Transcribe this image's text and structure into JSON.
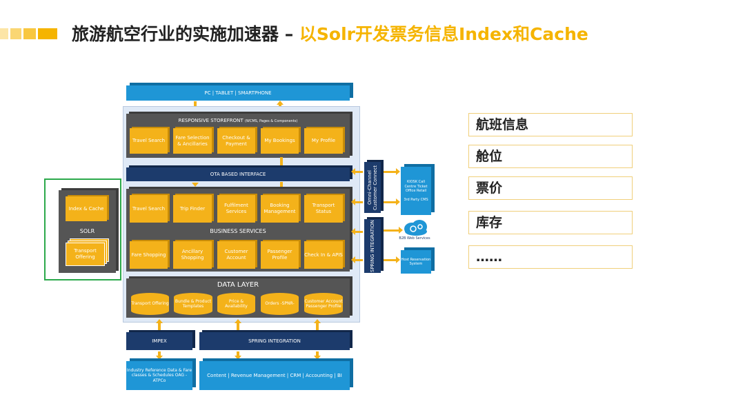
{
  "header": {
    "title_main": "旅游航空行业的实施加速器 – ",
    "title_accent": "以Solr开发票务信息Index和Cache"
  },
  "diagram": {
    "devices": "PC | TABLET | SMARTPHONE",
    "storefront": {
      "label": "RESPONSIVE STOREFRONT",
      "sublabel": "(WCMS, Pages & Components)",
      "items": [
        "Travel Search",
        "Fare Selection & Ancillaries",
        "Checkout & Payment",
        "My Bookings",
        "My Profile"
      ]
    },
    "ota_interface": "OTA BASED INTERFACE",
    "business_services": {
      "label": "BUSINESS SERVICES",
      "top_items": [
        "Travel Search",
        "Trip Finder",
        "Fulfilment Services",
        "Booking Management",
        "Transport Status"
      ],
      "bottom_items": [
        "Fare Shopping",
        "Ancillary Shopping",
        "Customer Account",
        "Passenger Profile",
        "Check In & APIS"
      ]
    },
    "data_layer": {
      "label": "DATA LAYER",
      "items": [
        "Transport Offering",
        "Bundle & Product Templates",
        "Price & Availability",
        "Orders -SPNR-",
        "Customer Account Passenger Profile"
      ]
    },
    "impex": "IMPEX",
    "spring_integration_bottom": "SPRING INTEGRATION",
    "industry_data": "Industry Reference Data & Fare classes & Schedules OAG - ATPCo",
    "content_bar": "Content | Revenue Management | CRM | Accounting | BI",
    "omni_channel": "Omni-Channel Customer Connect",
    "spring_integration_side": "SPRING INTEGRATION",
    "kiosk_box": "KIOSK Call Centre Ticket Office Retail",
    "third_party": "3rd Party CMS",
    "b2b": "B2B Web Services",
    "host_system": "Host Reservation System",
    "solr": {
      "label": "SOLR",
      "index_cache": "Index & Cache",
      "transport_offering": "Transport Offering"
    }
  },
  "info_list": [
    "航班信息",
    "舱位",
    "票价",
    "库存",
    "……"
  ],
  "colors": {
    "accent": "#f5b400",
    "highlight_border": "#2aa84a",
    "navy": "#1c3b6c",
    "blue": "#1f96d6"
  }
}
